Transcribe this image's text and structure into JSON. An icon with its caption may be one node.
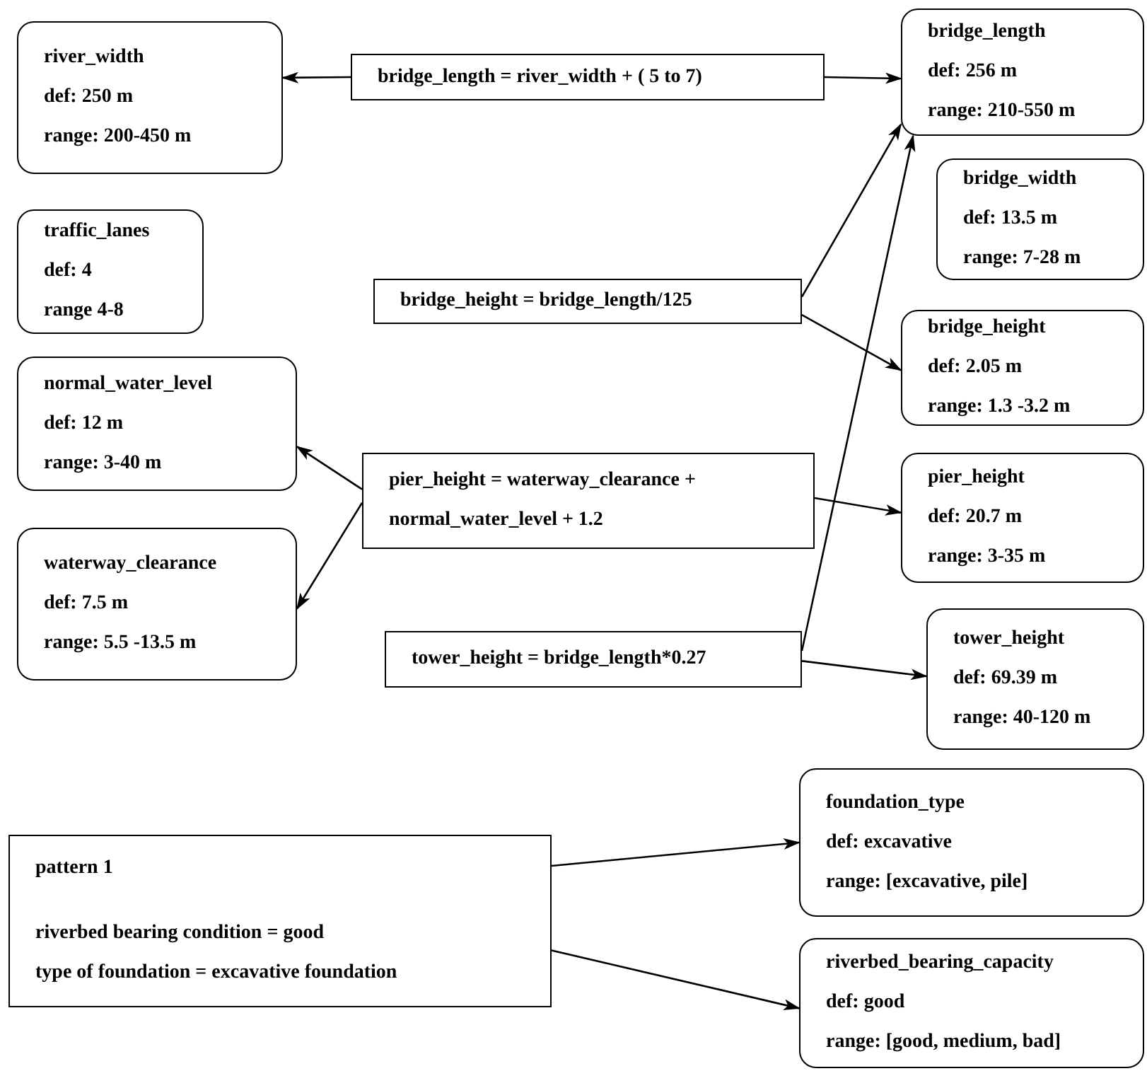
{
  "diagram": {
    "nodes": [
      {
        "text": [
          "river_width",
          "def: 250 m",
          "range: 200-450 m"
        ]
      },
      {
        "text": [
          "bridge_length = river_width + ( 5 to 7)"
        ]
      },
      {
        "text": [
          "bridge_length",
          "def: 256 m",
          "range: 210-550 m"
        ]
      },
      {
        "text": [
          "bridge_width",
          "def: 13.5 m",
          "range: 7-28 m"
        ]
      },
      {
        "text": [
          "traffic_lanes",
          "def: 4",
          "range 4-8"
        ]
      },
      {
        "text": [
          "bridge_height = bridge_length/125"
        ]
      },
      {
        "text": [
          "bridge_height",
          "def: 2.05 m",
          "range: 1.3 -3.2 m"
        ]
      },
      {
        "text": [
          "normal_water_level",
          "def: 12 m",
          "range: 3-40 m"
        ]
      },
      {
        "text": [
          "pier_height = waterway_clearance + normal_water_level + 1.2"
        ]
      },
      {
        "text": [
          "pier_height",
          "def: 20.7 m",
          "range: 3-35 m"
        ]
      },
      {
        "text": [
          "waterway_clearance",
          "def: 7.5 m",
          "range: 5.5 -13.5 m"
        ]
      },
      {
        "text": [
          "tower_height = bridge_length*0.27"
        ]
      },
      {
        "text": [
          "tower_height",
          "def: 69.39 m",
          "range: 40-120 m"
        ]
      },
      {
        "text": [
          "foundation_type",
          "def: excavative",
          "range: [excavative, pile]"
        ]
      },
      {
        "text": [
          "pattern 1",
          "riverbed bearing condition = good",
          "type of foundation = excavative foundation"
        ]
      },
      {
        "text": [
          "riverbed_bearing_capacity",
          "def: good",
          "range: [good, medium, bad]"
        ]
      }
    ],
    "edges": [
      {
        "from": 1,
        "to": 0,
        "arrow": "to"
      },
      {
        "from": 1,
        "to": 2,
        "arrow": "to"
      },
      {
        "from": 5,
        "to": 2,
        "arrow": "to"
      },
      {
        "from": 5,
        "to": 6,
        "arrow": "to"
      },
      {
        "from": 8,
        "to": 7,
        "arrow": "to"
      },
      {
        "from": 8,
        "to": 10,
        "arrow": "to"
      },
      {
        "from": 8,
        "to": 9,
        "arrow": "to"
      },
      {
        "from": 11,
        "to": 2,
        "arrow": "to"
      },
      {
        "from": 11,
        "to": 12,
        "arrow": "to"
      },
      {
        "from": 14,
        "to": 13,
        "arrow": "to"
      },
      {
        "from": 14,
        "to": 15,
        "arrow": "to"
      }
    ]
  }
}
